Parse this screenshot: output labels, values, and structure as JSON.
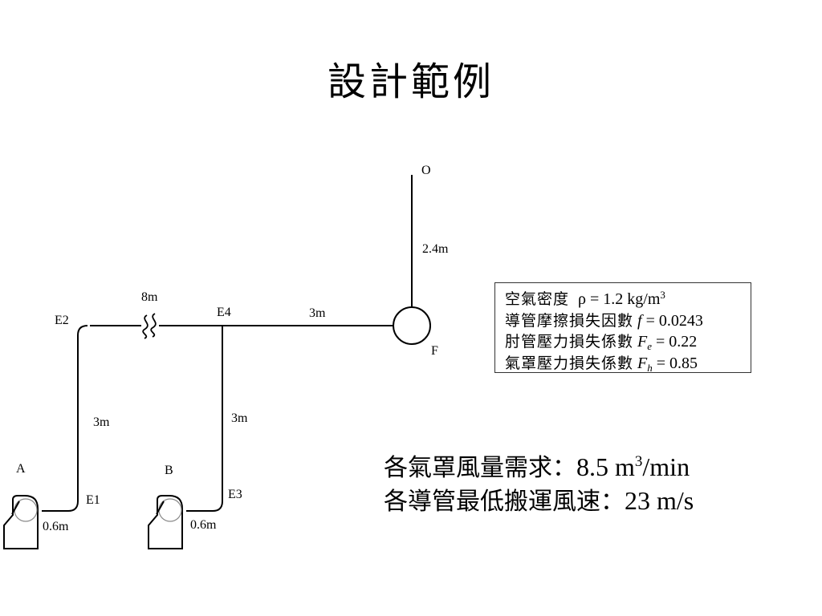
{
  "title": "設計範例",
  "diagram": {
    "nodes": {
      "O": "O",
      "F": "F",
      "E1": "E1",
      "E2": "E2",
      "E3": "E3",
      "E4": "E4",
      "A": "A",
      "B": "B"
    },
    "lengths": {
      "fo": "2.4m",
      "e2e4": "8m",
      "e4f": "3m",
      "e1e2": "3m",
      "e3e4": "3m",
      "ae1": "0.6m",
      "be3": "0.6m"
    }
  },
  "parameters": {
    "density": {
      "label": "空氣密度",
      "symbol": "ρ",
      "value": " = 1.2 kg/m",
      "exp": "3"
    },
    "friction": {
      "label": "導管摩擦損失因數",
      "symbol": "f",
      "value": " = 0.0243"
    },
    "elbow": {
      "label": "肘管壓力損失係數",
      "symbol": "F",
      "sub": "e",
      "value": " = 0.22"
    },
    "hood": {
      "label": "氣罩壓力損失係數",
      "symbol": "F",
      "sub": "h",
      "value": " = 0.85"
    }
  },
  "requirements": {
    "flow": {
      "label": "各氣罩風量需求：",
      "value": "8.5 m",
      "exp": "3",
      "unit": "/min"
    },
    "velocity": {
      "label": "各導管最低搬運風速：",
      "value": "23 m/s"
    }
  }
}
